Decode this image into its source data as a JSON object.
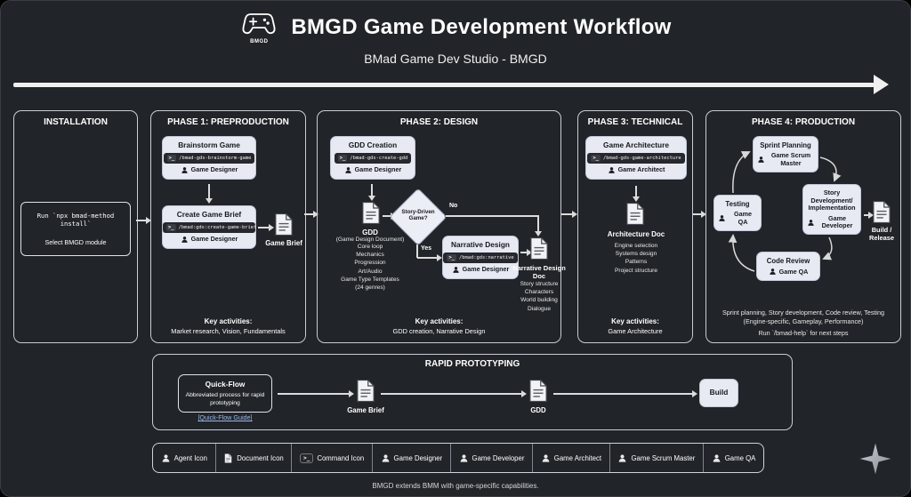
{
  "header": {
    "logo_label": "BMGD",
    "title": "BMGD Game Development Workflow",
    "subtitle": "BMad Game Dev Studio - BMGD"
  },
  "installation": {
    "title": "INSTALLATION",
    "step1": "Run `npx bmad-method install`",
    "step2": "Select BMGD module"
  },
  "phase1": {
    "title": "PHASE 1: PREPRODUCTION",
    "brainstorm": {
      "title": "Brainstorm Game",
      "command": "/bmad-gds-brainstorm-game",
      "agent": "Game Designer"
    },
    "create_brief": {
      "title": "Create Game Brief",
      "command": "/bmad:gds:create-game-brief",
      "agent": "Game Designer"
    },
    "output_doc": "Game Brief",
    "key_label": "Key activities:",
    "key_text": "Market research, Vision, Fundamentals"
  },
  "phase2": {
    "title": "PHASE 2: DESIGN",
    "gdd_creation": {
      "title": "GDD Creation",
      "command": "/bmad-gds-create-gdd",
      "agent": "Game Designer"
    },
    "gdd_doc": {
      "title": "GDD",
      "subtitle": "(Game Design Document)",
      "items": [
        "Core loop",
        "Mechanics",
        "Progression",
        "Art/Audio",
        "Game Type Templates",
        "(24 genres)"
      ]
    },
    "decision": {
      "label": "Story-Driven Game?",
      "no": "No",
      "yes": "Yes"
    },
    "narrative": {
      "title": "Narrative Design",
      "command": "/bmad:gds:narrative",
      "agent": "Game Designer"
    },
    "narrative_doc": {
      "title": "Narrative Design Doc",
      "items": [
        "Story structure",
        "Characters",
        "World building",
        "Dialogue"
      ]
    },
    "key_label": "Key activities:",
    "key_text": "GDD creation, Narrative Design"
  },
  "phase3": {
    "title": "PHASE 3: TECHNICAL",
    "architecture": {
      "title": "Game Architecture",
      "command": "/bmad-gds-game-architecture",
      "agent": "Game Architect"
    },
    "arch_doc": {
      "title": "Architecture Doc",
      "items": [
        "Engine selection",
        "Systems design",
        "Patterns",
        "Project structure"
      ]
    },
    "key_label": "Key activities:",
    "key_text": "Game Architecture"
  },
  "phase4": {
    "title": "PHASE 4: PRODUCTION",
    "sprint": {
      "title": "Sprint Planning",
      "agent": "Game Scrum Master"
    },
    "testing": {
      "title": "Testing",
      "agent": "Game QA"
    },
    "story_dev": {
      "title": "Story Development/ Implementation",
      "agent": "Game Developer"
    },
    "code_review": {
      "title": "Code Review",
      "agent": "Game QA"
    },
    "build_doc": "Build / Release",
    "summary": "Sprint planning, Story development, Code review, Testing (Engine-specific, Gameplay, Performance)",
    "next_steps": "Run `/bmad-help` for next steps"
  },
  "rapid": {
    "title": "RAPID PROTOTYPING",
    "quick_flow": {
      "title": "Quick-Flow",
      "desc": "Abbreviated process for rapid prototyping",
      "link": "[Quick-Flow Guide]"
    },
    "doc1": "Game Brief",
    "doc2": "GDD",
    "build": "Build"
  },
  "legend": {
    "items": [
      {
        "label": "Agent Icon",
        "icon": "agent-icon"
      },
      {
        "label": "Document Icon",
        "icon": "document-icon"
      },
      {
        "label": "Command Icon",
        "icon": "command-icon"
      },
      {
        "label": "Game Designer",
        "icon": "agent-icon"
      },
      {
        "label": "Game Developer",
        "icon": "agent-icon"
      },
      {
        "label": "Game Architect",
        "icon": "agent-icon"
      },
      {
        "label": "Game Scrum Master",
        "icon": "agent-icon"
      },
      {
        "label": "Game QA",
        "icon": "agent-icon"
      }
    ]
  },
  "footer": "BMGD extends BMM with game-specific capabilities."
}
